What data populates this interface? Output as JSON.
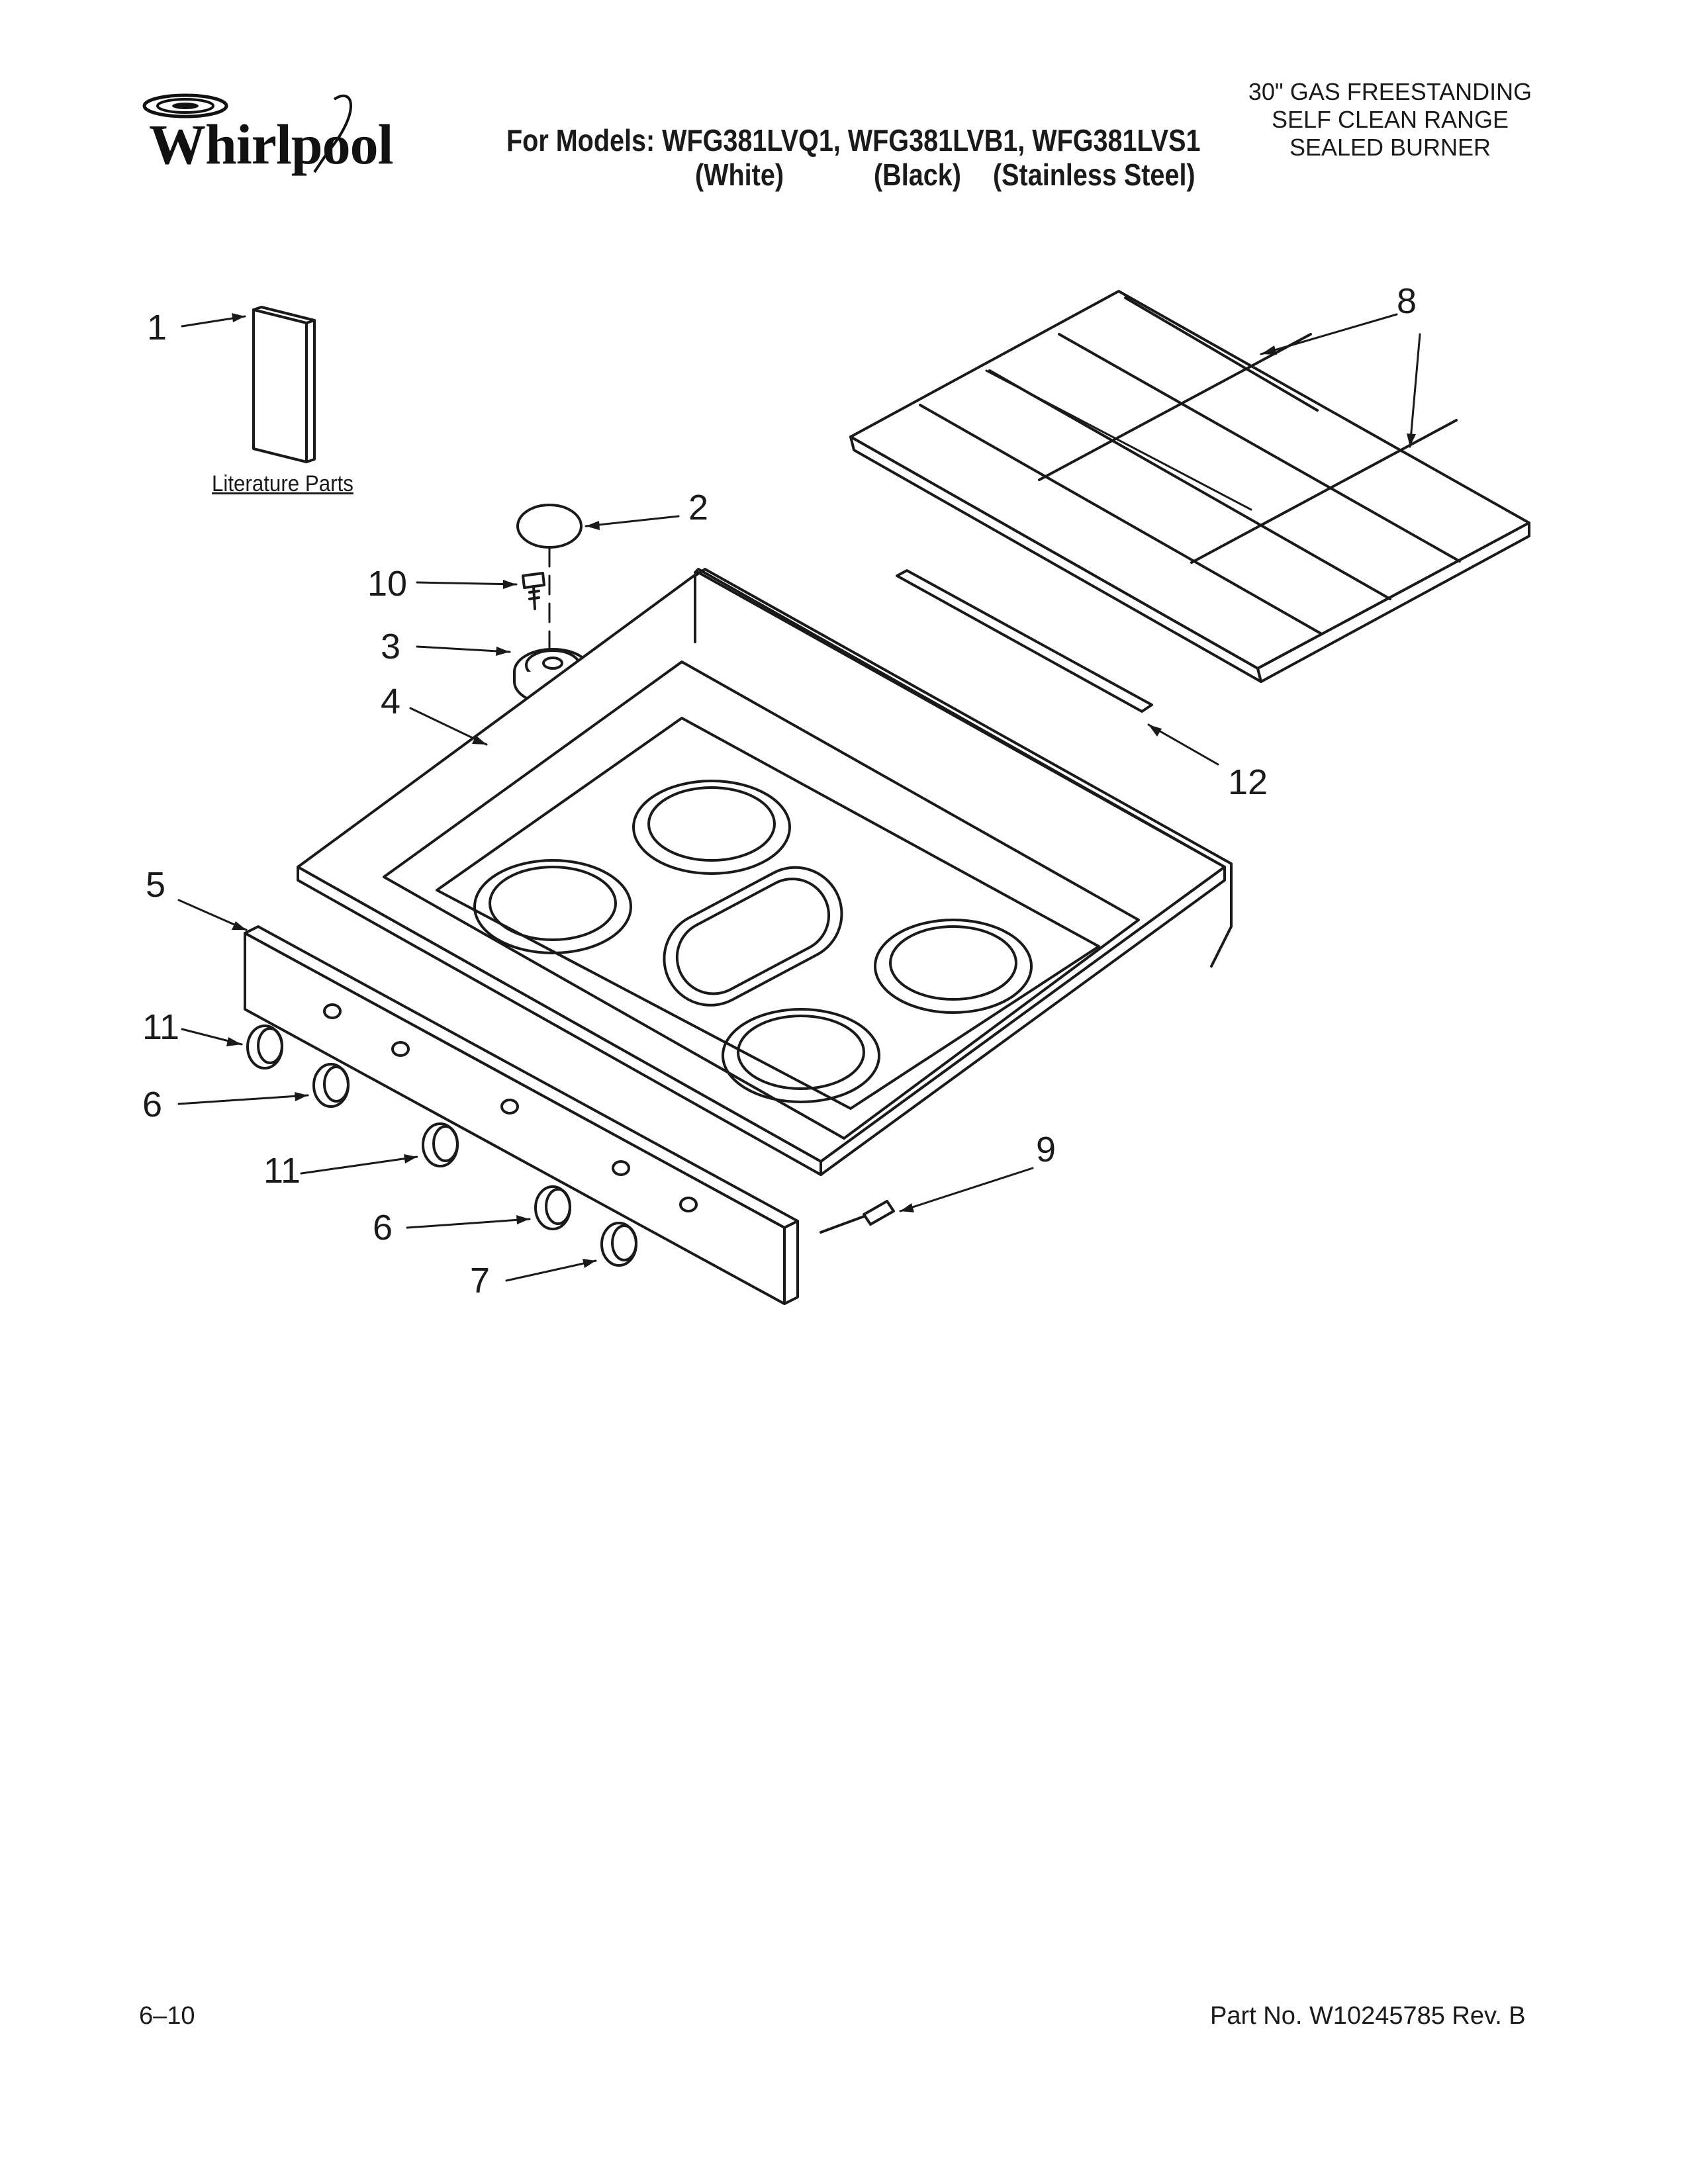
{
  "header": {
    "brand": "Whirlpool",
    "models_line": "For Models: WFG381LVQ1, WFG381LVB1, WFG381LVS1",
    "color_white": "(White)",
    "color_black": "(Black)",
    "color_stainless": "(Stainless Steel)",
    "product_lines": [
      "30\" GAS FREESTANDING",
      "SELF CLEAN RANGE",
      "SEALED BURNER"
    ]
  },
  "literature_label": "Literature Parts",
  "callouts": [
    "1",
    "2",
    "10",
    "3",
    "4",
    "5",
    "8",
    "12",
    "11",
    "6",
    "11",
    "6",
    "7",
    "9"
  ],
  "footer": {
    "date": "6–10",
    "part_number": "Part No. W10245785 Rev. B"
  }
}
